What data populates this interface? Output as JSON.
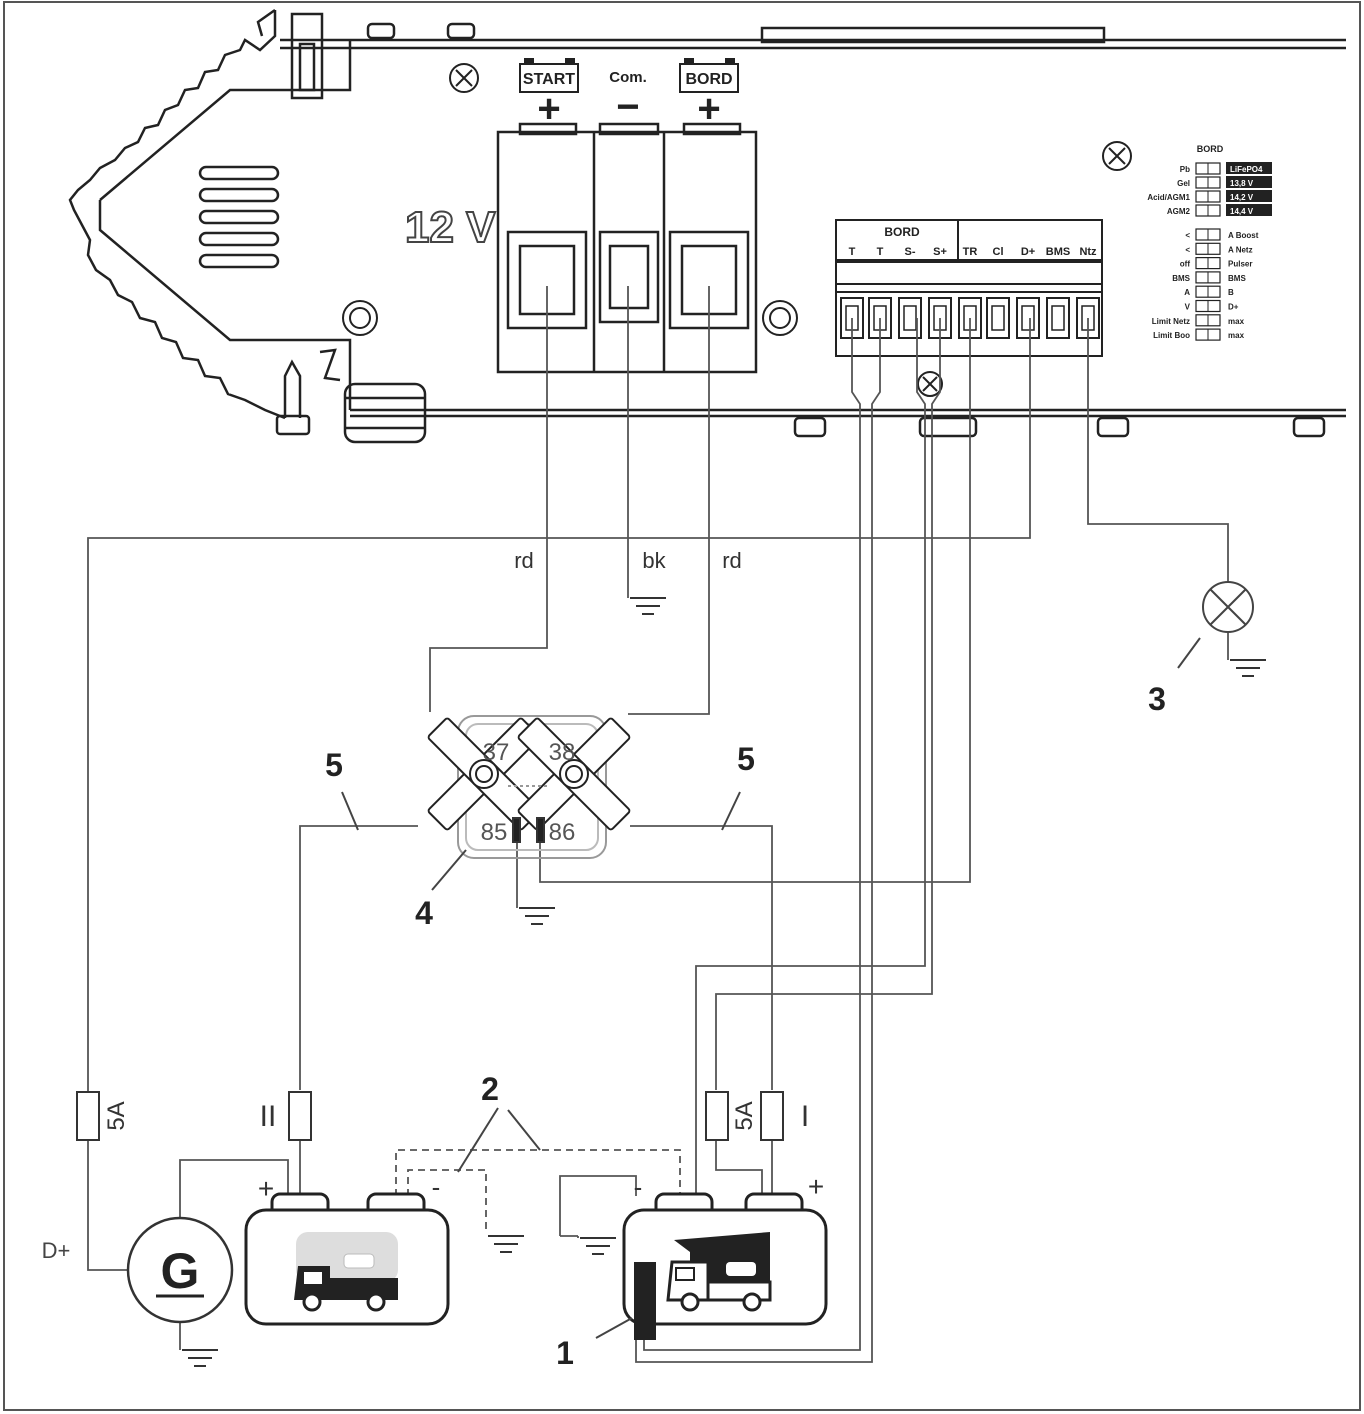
{
  "device": {
    "voltage_label": "12 V",
    "terminals": {
      "start": "START",
      "common": "Com.",
      "bord": "BORD",
      "plus": "+",
      "minus": "−"
    },
    "connector": {
      "group_label": "BORD",
      "pins": [
        "T",
        "T",
        "S-",
        "S+",
        "TR",
        "Cl",
        "D+",
        "BMS",
        "Ntz"
      ]
    },
    "dip_switch": {
      "title": "BORD",
      "block1_left": [
        "Pb",
        "Gel",
        "Acid/AGM1",
        "AGM2"
      ],
      "block1_right": [
        "LiFePO4",
        "13,8 V",
        "14,2 V",
        "14,4 V"
      ],
      "block2_left": [
        "<",
        "<",
        "off",
        "BMS",
        "A",
        "V",
        "Limit Netz",
        "Limit Boo"
      ],
      "block2_right": [
        "A Boost",
        "A Netz",
        "Pulser",
        "BMS",
        "B",
        "D+",
        "max",
        "max"
      ]
    }
  },
  "wires": {
    "rd1": "rd",
    "bk": "bk",
    "rd2": "rd"
  },
  "relay": {
    "pin37": "37",
    "pin38": "38",
    "pin85": "85",
    "pin86": "86"
  },
  "callouts": {
    "c1": "1",
    "c2": "2",
    "c3": "3",
    "c4": "4",
    "c5a": "5",
    "c5b": "5"
  },
  "fuses": {
    "f_generator": "5A",
    "f_battery_II": "II",
    "f_sense": "5A",
    "f_battery_I": "I"
  },
  "generator": {
    "symbol": "G",
    "d_plus": "D+"
  },
  "batteries": {
    "plus": "+",
    "minus": "-"
  }
}
